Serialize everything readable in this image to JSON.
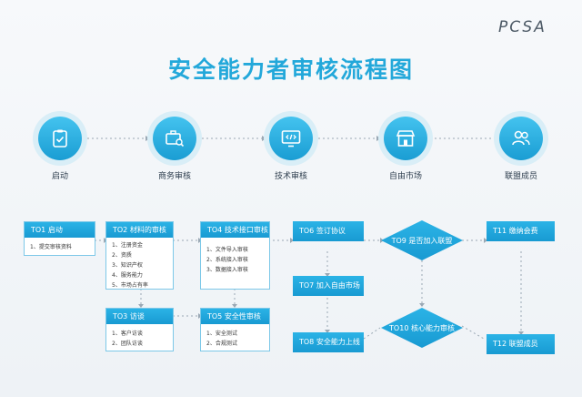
{
  "logo": "PCSA",
  "title": "安全能力者审核流程图",
  "stages": [
    {
      "label": "启动",
      "icon": "clipboard-check-icon"
    },
    {
      "label": "商务审核",
      "icon": "briefcase-search-icon"
    },
    {
      "label": "技术审核",
      "icon": "monitor-code-icon"
    },
    {
      "label": "自由市场",
      "icon": "storefront-icon"
    },
    {
      "label": "联盟成员",
      "icon": "members-icon"
    }
  ],
  "steps": {
    "t01": {
      "title": "TO1  启动",
      "items": [
        "1、提交审核资料"
      ]
    },
    "t02": {
      "title": "TO2  材料的审核",
      "items": [
        "1、注册资金",
        "2、资质",
        "3、知识产权",
        "4、服务能力",
        "5、市场占有率"
      ]
    },
    "t03": {
      "title": "TO3  访谈",
      "items": [
        "1、客户访谈",
        "2、团队访谈"
      ]
    },
    "t04": {
      "title": "TO4  技术接口审核",
      "items": [
        "1、文件导入审核",
        "2、系统接入审核",
        "3、数据接入审核"
      ]
    },
    "t05": {
      "title": "TO5  安全性审核",
      "items": [
        "1、安全测试",
        "2、合规测试"
      ]
    },
    "t06": {
      "title": "TO6  签订协议"
    },
    "t07": {
      "title": "TO7  加入自由市场"
    },
    "t08": {
      "title": "TO8  安全能力上线"
    },
    "t09": {
      "title": "TO9  是否加入联盟"
    },
    "t10": {
      "title": "TO10  核心能力审核"
    },
    "t11": {
      "title": "T11  缴纳会费"
    },
    "t12": {
      "title": "T12  联盟成员"
    }
  }
}
